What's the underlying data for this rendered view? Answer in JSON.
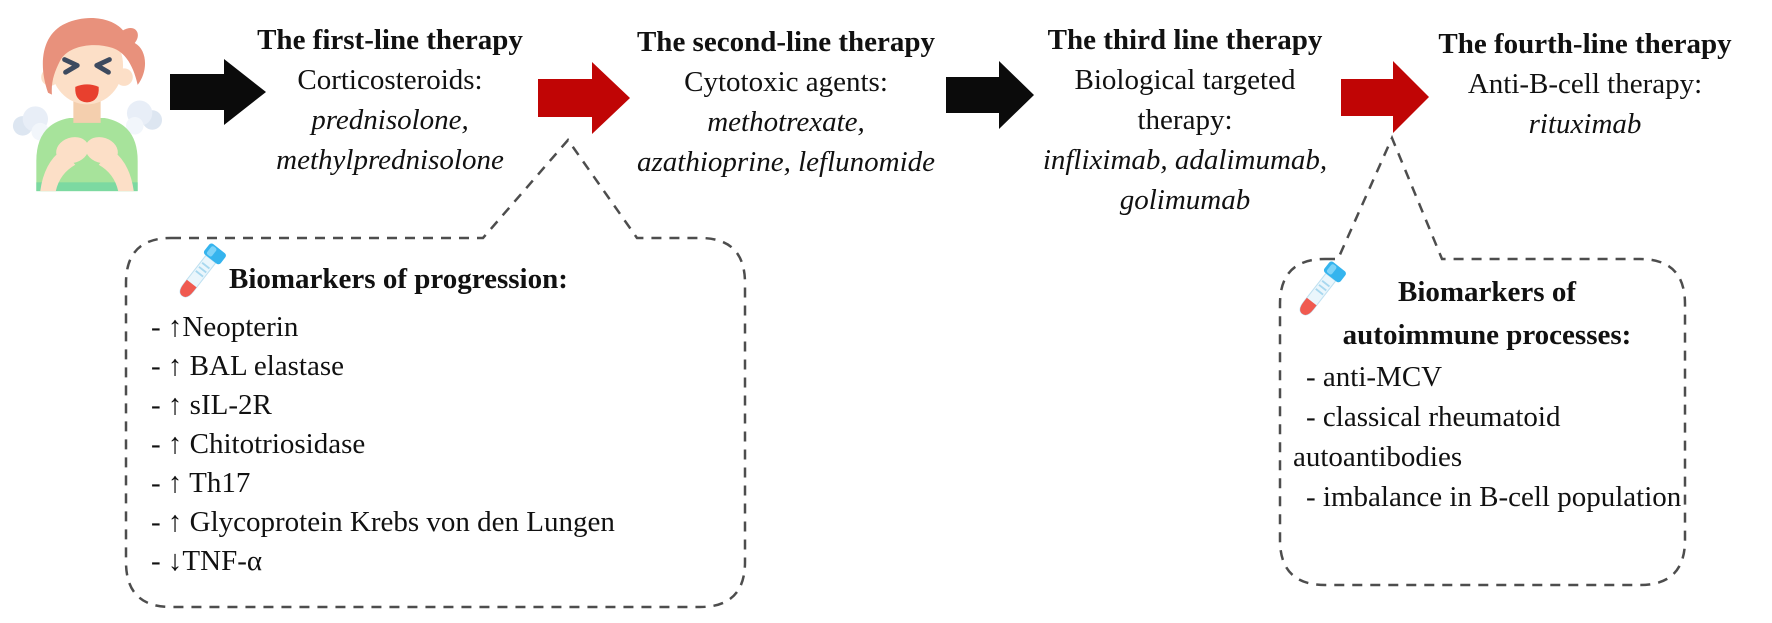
{
  "figure_name": "Lines of therapy with biomarkers",
  "palette": {
    "arrow_black": "#0b0b0b",
    "arrow_red": "#c00505",
    "dashed_border": "#4d4d4d",
    "text": "#111111"
  },
  "icons": {
    "patient_icon": "distressed-patient-icon",
    "biomarker_icon": "blood-test-tube-icon"
  },
  "arrows": {
    "first_color": "#0b0b0b",
    "second_color": "#c00505",
    "third_color": "#0b0b0b",
    "fourth_color": "#c00505"
  },
  "flow": {
    "step1": {
      "title": "The first-line therapy",
      "class_line": "Corticosteroids:",
      "drug_line1": "prednisolone,",
      "drug_line2": "methylprednisolone"
    },
    "step2": {
      "title": "The second-line therapy",
      "class_line": "Cytotoxic agents:",
      "drug_line1": "methotrexate,",
      "drug_line2": "azathioprine, leflunomide"
    },
    "step3": {
      "title": "The third line therapy",
      "class_line1": "Biological targeted",
      "class_line2": "therapy:",
      "drug_line1": "infliximab, adalimumab,",
      "drug_line2": "golimumab"
    },
    "step4": {
      "title": "The fourth-line therapy",
      "class_line": "Anti-B-cell therapy:",
      "drug_line": "rituximab"
    }
  },
  "callout_progression": {
    "icon": "blood-test-tube-icon",
    "title": "Biomarkers of progression:",
    "items": [
      "- ↑Neopterin",
      "- ↑ BAL elastase",
      "- ↑ sIL-2R",
      "- ↑ Chitotriosidase",
      "- ↑ Th17",
      "- ↑ Glycoprotein Krebs von den Lungen",
      "- ↓TNF-α"
    ]
  },
  "callout_autoimmune": {
    "icon": "blood-test-tube-icon",
    "title_line1": "Biomarkers of",
    "title_line2": "autoimmune processes:",
    "items": [
      "- anti-MCV",
      "- classical rheumatoid autoantibodies",
      "- imbalance in B-cell population"
    ]
  }
}
